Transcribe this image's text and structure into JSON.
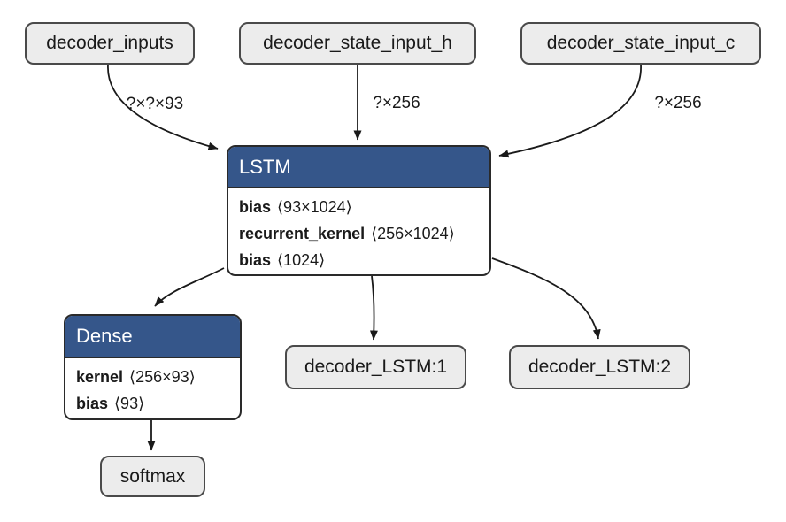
{
  "colors": {
    "node_fill": "#ececec",
    "node_border": "#4a4a4a",
    "layer_header": "#35568a",
    "layer_border": "#2a2a2a",
    "edge": "#1a1a1a",
    "text": "#1a1a1a",
    "header_text": "#ffffff"
  },
  "nodes": {
    "decoder_inputs": {
      "label": "decoder_inputs"
    },
    "decoder_state_input_h": {
      "label": "decoder_state_input_h"
    },
    "decoder_state_input_c": {
      "label": "decoder_state_input_c"
    },
    "decoder_lstm_1": {
      "label": "decoder_LSTM:1"
    },
    "decoder_lstm_2": {
      "label": "decoder_LSTM:2"
    },
    "softmax": {
      "label": "softmax"
    }
  },
  "layers": {
    "lstm": {
      "title": "LSTM",
      "params": [
        {
          "name": "bias",
          "shape": "⟨93×1024⟩"
        },
        {
          "name": "recurrent_kernel",
          "shape": "⟨256×1024⟩"
        },
        {
          "name": "bias",
          "shape": "⟨1024⟩"
        }
      ]
    },
    "dense": {
      "title": "Dense",
      "params": [
        {
          "name": "kernel",
          "shape": "⟨256×93⟩"
        },
        {
          "name": "bias",
          "shape": "⟨93⟩"
        }
      ]
    }
  },
  "edge_labels": {
    "inputs_to_lstm": "?×?×93",
    "state_h_to_lstm": "?×256",
    "state_c_to_lstm": "?×256"
  }
}
